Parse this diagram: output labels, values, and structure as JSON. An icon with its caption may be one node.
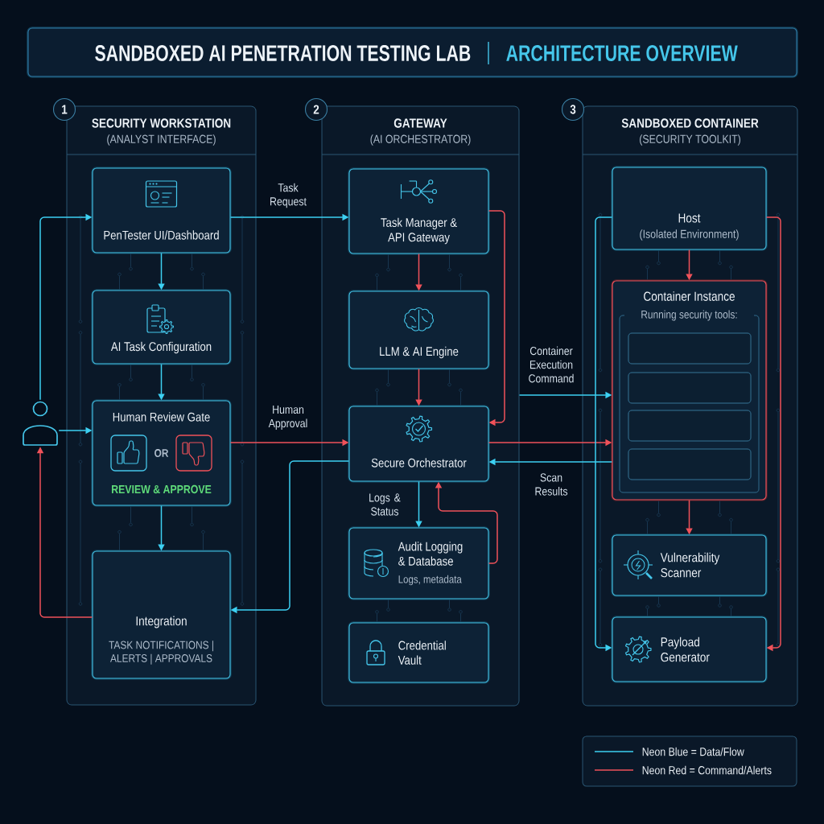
{
  "diagram": {
    "title": "SANDBOXED AI PENETRATION TESTING LAB",
    "nodes": [
      {
        "text": [
          "SECURITY WORKSTATION",
          "(ANALYST INTERFACE)"
        ],
        "beside": [
          "1"
        ]
      },
      {
        "text": [
          "PenTester UI/Dashboard"
        ],
        "in": 0
      },
      {
        "text": [
          "AI Task Configuration"
        ],
        "in": 0
      },
      {
        "text": [
          "Human Review Gate",
          "OR",
          "REVIEW & APPROVE"
        ],
        "in": 0
      },
      {
        "text": [
          "Integration",
          "TASK NOTIFICATIONS | ALERTS | APPROVALS"
        ],
        "in": 0
      },
      {
        "text": [],
        "shape": "person"
      },
      {
        "text": [
          "GATEWAY",
          "(AI ORCHESTRATOR)"
        ],
        "beside": [
          "2"
        ]
      },
      {
        "text": [
          "Task Manager & API Gateway"
        ],
        "in": 6
      },
      {
        "text": [
          "LLM & AI Engine"
        ],
        "in": 6
      },
      {
        "text": [
          "Secure Orchestrator"
        ],
        "in": 6
      },
      {
        "text": [
          "Audit Logging & Database",
          "Logs, metadata"
        ],
        "in": 6
      },
      {
        "text": [
          "Credential Vault"
        ],
        "in": 6
      },
      {
        "text": [
          "SANDBOXED CONTAINER",
          "(SECURITY TOOLKIT)"
        ],
        "beside": [
          "3"
        ]
      },
      {
        "text": [
          "Host",
          "(Isolated Environment)"
        ],
        "in": 12
      },
      {
        "text": [
          "Container Instance",
          "Running security tools:"
        ],
        "in": 12
      },
      {
        "text": [],
        "shape": "box",
        "in": 14
      },
      {
        "text": [],
        "shape": "box",
        "in": 14
      },
      {
        "text": [],
        "shape": "box",
        "in": 14
      },
      {
        "text": [],
        "shape": "box",
        "in": 14
      },
      {
        "text": [
          "Vulnerability Scanner"
        ],
        "in": 12
      },
      {
        "text": [
          "Payload Generator"
        ],
        "in": 12
      }
    ],
    "edges": [
      {
        "from": 5,
        "to": 1,
        "arrow": "to"
      },
      {
        "from": 5,
        "to": 3,
        "arrow": "to"
      },
      {
        "from": 1,
        "to": 2,
        "arrow": "to"
      },
      {
        "from": 2,
        "to": 3,
        "arrow": "to"
      },
      {
        "from": 3,
        "to": 4,
        "arrow": "to"
      },
      {
        "from": 1,
        "to": 7,
        "arrow": "to",
        "label": "Task Request"
      },
      {
        "from": 9,
        "to": 4,
        "arrow": "to"
      },
      {
        "from": 4,
        "to": 5,
        "arrow": "to",
        "color": "#f0525a"
      },
      {
        "from": 3,
        "to": 9,
        "arrow": "to",
        "label": "Human Approval",
        "color": "#f0525a"
      },
      {
        "from": 7,
        "to": 8,
        "arrow": "to",
        "color": "#f0525a"
      },
      {
        "from": 8,
        "to": 9,
        "arrow": "to",
        "color": "#f0525a"
      },
      {
        "from": 7,
        "to": 9,
        "arrow": "to",
        "color": "#f0525a"
      },
      {
        "from": 9,
        "to": 10,
        "arrow": "to",
        "label": "Logs & Status"
      },
      {
        "from": 10,
        "to": 9,
        "arrow": "to",
        "color": "#f0525a"
      },
      {
        "from": 6,
        "to": 14,
        "arrow": "to",
        "label": "Container Execution Command"
      },
      {
        "from": 9,
        "to": 14,
        "arrow": "to",
        "color": "#f0525a"
      },
      {
        "from": 14,
        "to": 9,
        "arrow": "to",
        "label": "Scan Results"
      },
      {
        "from": 13,
        "to": 14,
        "arrow": "to",
        "color": "#f0525a"
      },
      {
        "from": 14,
        "to": 19,
        "arrow": "to",
        "color": "#f0525a"
      },
      {
        "from": 13,
        "to": 20,
        "arrow": "to"
      },
      {
        "from": 13,
        "to": 20,
        "arrow": "to",
        "color": "#f0525a"
      }
    ],
    "labels": [
      "ARCHITECTURE OVERVIEW"
    ],
    "legend": [
      {
        "text": "Neon Blue = Data/Flow"
      },
      {
        "text": "Neon Red = Command/Alerts"
      }
    ]
  }
}
